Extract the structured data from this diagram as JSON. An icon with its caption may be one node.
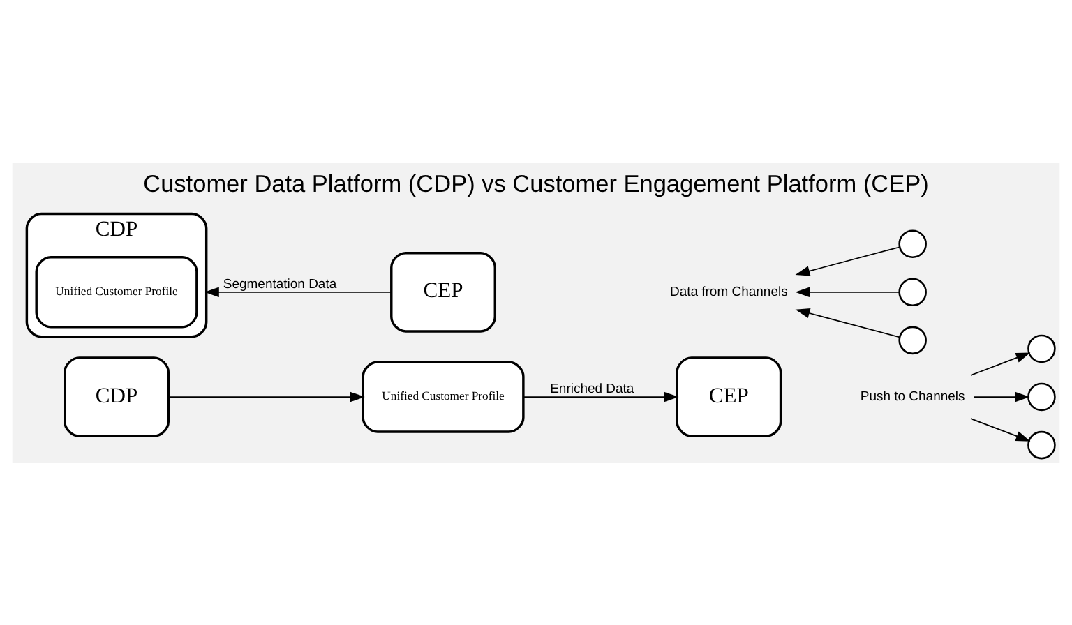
{
  "diagram": {
    "title": "Customer Data Platform (CDP) vs Customer Engagement Platform (CEP)",
    "nodes": [
      {
        "text": [
          "CDP"
        ]
      },
      {
        "text": [
          "Unified Customer Profile"
        ]
      },
      {
        "text": [
          "CEP"
        ]
      },
      {
        "text": [
          "Push to Channels"
        ]
      },
      {
        "text": [],
        "shape": "circle"
      },
      {
        "text": [],
        "shape": "circle"
      },
      {
        "text": [],
        "shape": "circle"
      },
      {
        "text": [
          "CDP"
        ]
      },
      {
        "text": [
          "Unified Customer Profile"
        ],
        "in": 7
      },
      {
        "text": [
          "CEP"
        ]
      },
      {
        "text": [
          "Data from Channels"
        ]
      },
      {
        "text": [],
        "shape": "circle"
      },
      {
        "text": [],
        "shape": "circle"
      },
      {
        "text": [],
        "shape": "circle"
      }
    ],
    "edges": [
      {
        "from": 0,
        "to": 1,
        "arrow": "to"
      },
      {
        "from": 1,
        "to": 2,
        "arrow": "to",
        "label": "Enriched Data"
      },
      {
        "from": 3,
        "to": 4,
        "arrow": "to"
      },
      {
        "from": 3,
        "to": 5,
        "arrow": "to"
      },
      {
        "from": 3,
        "to": 6,
        "arrow": "to"
      },
      {
        "from": 9,
        "to": 7,
        "arrow": "to",
        "label": "Segmentation Data"
      },
      {
        "from": 11,
        "to": 10,
        "arrow": "to"
      },
      {
        "from": 12,
        "to": 10,
        "arrow": "to"
      },
      {
        "from": 13,
        "to": 10,
        "arrow": "to"
      }
    ]
  }
}
